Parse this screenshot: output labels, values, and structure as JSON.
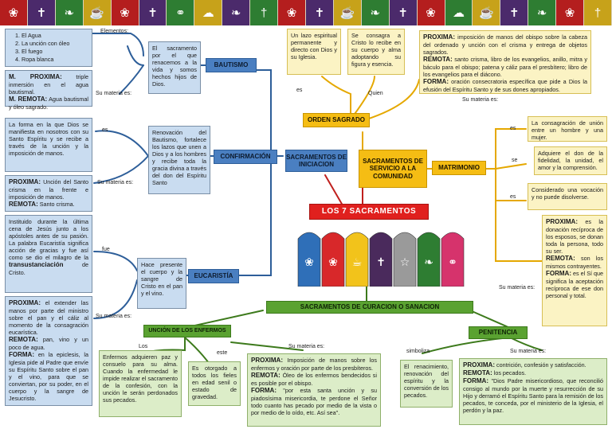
{
  "banner": {
    "icons": [
      "flame-icon",
      "cross-icon",
      "dove-icon",
      "chalice-icon",
      "flame-icon",
      "cross-icon",
      "rings-icon",
      "cloud-icon",
      "dove-icon",
      "candle-icon",
      "flame-icon",
      "cross-icon",
      "chalice-icon",
      "dove-icon",
      "cross-icon",
      "flame-icon",
      "cloud-icon",
      "chalice-icon",
      "cross-icon",
      "dove-icon",
      "flame-icon",
      "candle-icon"
    ],
    "colors": [
      "#b41e1e",
      "#4b2a6b",
      "#2e7d32",
      "#c7a21a",
      "#b41e1e",
      "#4b2a6b",
      "#2e7d32",
      "#c7a21a",
      "#4b2a6b",
      "#2e7d32",
      "#b41e1e",
      "#4b2a6b",
      "#c7a21a",
      "#2e7d32",
      "#4b2a6b",
      "#b41e1e",
      "#2e7d32",
      "#c7a21a",
      "#4b2a6b",
      "#2e7d32",
      "#b41e1e",
      "#c7a21a"
    ]
  },
  "center": {
    "title": "LOS 7 SACRAMENTOS",
    "iniciacion": "SACRAMENTOS DE INICIACION",
    "servicio": "SACRAMENTOS DE SERVICIO A LA COMUNIDAD",
    "curacion": "SACRAMENTOS DE CURACION O SANACION",
    "vestment_colors": [
      "#2f6fb8",
      "#d8282a",
      "#f2c31b",
      "#4a2a5c",
      "#9a9a9a",
      "#2e7d32",
      "#d6336c"
    ]
  },
  "bautismo": {
    "header": "BAUTISMO",
    "elementos_label": "Elementos:",
    "elementos": [
      "El Agua",
      "La unción con óleo",
      "El fuego",
      "Ropa blanca"
    ],
    "materia_label": "Su materia es:",
    "proxima_key": "M. PROXIMA:",
    "proxima_val": "triple inmersión en el agua bautismal.",
    "remota_key": "M. REMOTA:",
    "remota_val": "Agua bautismal y óleo sagrado.",
    "definicion": "El sacramento por el que renacemos a la vida y somos hechos hijos de Dios."
  },
  "confirmacion": {
    "header": "CONFIRMACIÓN",
    "es_label": "es",
    "forma": "La forma en la que Dios se manifiesta en nosotros con su Santo Espíritu y se recibe a través de la unción y la imposición de manos.",
    "materia_label": "Su materia es:",
    "proxima_key": "PROXIMA:",
    "proxima_val": "Unción del Santo crisma en la frente e imposición de manos.",
    "remota_key": "REMOTA:",
    "remota_val": "Santo crisma.",
    "definicion": "Renovación del Bautismo, fortalece los lazos que unen a Dios y a los hombres y recibe toda la gracia divina a través del don del Espíritu Santo"
  },
  "eucaristia": {
    "header": "EUCARISTÍA",
    "fue_label": "fue",
    "institucion": "Instituido durante la última cena de Jesús junto a los apóstoles antes de su pasión. La palabra Eucaristía significa acción de gracias y fue así como se dio el milagro de la",
    "transus": "transustanciación",
    "institucion_end": "de Cristo.",
    "materia_label": "Su materia es:",
    "proxima_key": "PROXIMA:",
    "proxima_val": "el extender las manos por parte del ministro sobre el pan y el cáliz al momento de la consagración eucarística.",
    "remota_key": "REMOTA:",
    "remota_val": "pan, vino y un poco de agua.",
    "forma_key": "FORMA:",
    "forma_val": "en la epiclesis, la Iglesia pide al Padre que envíe su Espíritu Santo sobre el pan y el vino, para que se conviertan, por su poder, en el cuerpo y la sangre de Jesucristo.",
    "definicion": "Hace presente el cuerpo y la sangre de Cristo en el pan y el vino."
  },
  "orden": {
    "header": "ORDEN SAGRADO",
    "es_label": "es",
    "quien_label": "Quien",
    "materia_label": "Su materia es:",
    "lazo": "Un lazo espiritual permanente y directo con Dios y su Iglesia.",
    "consagra": "Se consagra a Cristo lo recibe en su cuerpo y alma adoptando su figura y esencia.",
    "proxima_key": "PROXIMA:",
    "proxima_val": "imposición de manos del obispo sobre la cabeza del ordenado y unción con el crisma y entrega de objetos sagrados.",
    "remota_key": "REMOTA:",
    "remota_val": "santo crisma, libro de los evangelios, anillo, mitra y báculo para el obispo; patena y cáliz para el presbítero; libro de los evangelios para el diácono.",
    "forma_key": "FORMA:",
    "forma_val": "oración consecratoria específica que pide a Dios la efusión del Espíritu Santo y de sus dones apropiados."
  },
  "matrimonio": {
    "header": "MATRIMONIO",
    "es1": "es",
    "se": "se",
    "es2": "es",
    "materia_label": "Su materia es:",
    "def1": "La consagración de unión entre un hombre y una mujer.",
    "def2": "Adquiere el don de la fidelidad, la unidad, el amor y la comprensión.",
    "def3": "Considerado una vocación y no puede disolverse.",
    "proxima_key": "PROXIMA:",
    "proxima_val": "es la donación recíproca de los esposos, se donan toda la persona, todo su ser.",
    "remota_key": "REMOTA:",
    "remota_val": "son los mismos contrayentes.",
    "forma_key": "FORMA:",
    "forma_val": "es el Sí que significa la aceptación recíproca de ese don personal y total."
  },
  "uncion": {
    "header": "UNCIÓN DE LOS ENFERMOS",
    "los_label": "Los",
    "este_label": "este",
    "materia_label": "Su materia es:",
    "enfermos": "Enfermos adquieren paz y consuelo para su alma. Cuando la enfermedad le impide realizar el sacramento de la confesión, con la unción le serán perdonados sus pecados.",
    "otorgado": "Es otorgado a todos los fieles en edad senil o estado de gravedad.",
    "proxima_key": "PROXIMA:",
    "proxima_val": "Imposición de manos sobre los enfermos y oración por parte de los presbíteros.",
    "remota_key": "REMOTA:",
    "remota_val": "Óleo de los enfermos bendecidos si es posible por el obispo.",
    "forma_key": "FORMA:",
    "forma_val": "\"por esta santa unción y su piadosísima misericordia, te perdone el Señor todo cuanto has pecado por medio de la vista o por medio de lo oído, etc. Así sea\"."
  },
  "penitencia": {
    "header": "PENITENCIA",
    "simboliza_label": "simboliza",
    "materia_label": "Su materia es:",
    "renacimiento": "El renacimiento, renovación del espíritu y la conversión de los pecados.",
    "proxima_key": "PROXIMA:",
    "proxima_val": "contrición, confesión y satisfacción.",
    "remota_key": "REMOTA:",
    "remota_val": "los pecados.",
    "forma_key": "FORMA:",
    "forma_val": "\"Dios Padre misericordioso, que reconcilió consigo al mundo por la muerte y resurrección de su Hijo y derramó el Espíritu Santo para la remisión de los pecados, te conceda, por el ministerio de la Iglesia, el perdón y la paz."
  }
}
